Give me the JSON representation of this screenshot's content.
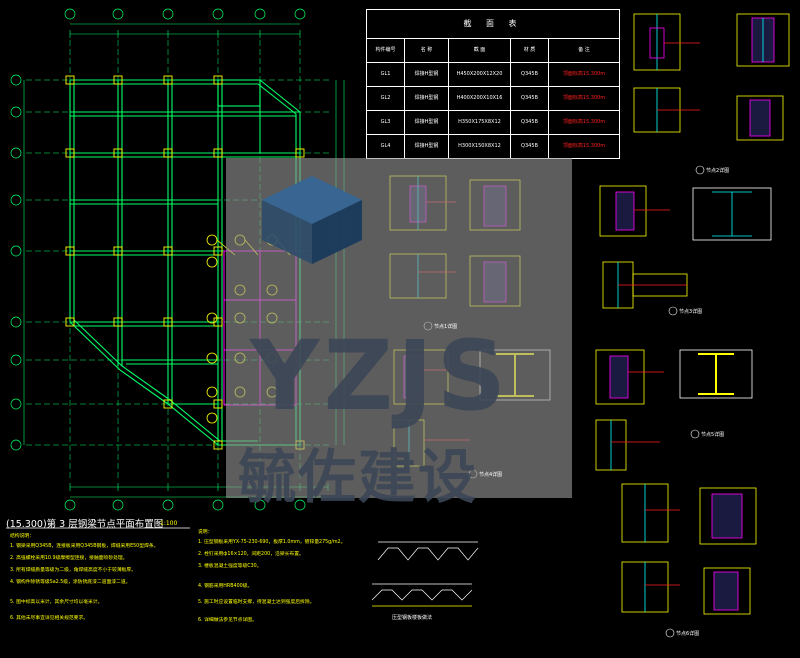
{
  "plan": {
    "title": "(15.300)第 3 层钢梁节点平面布置图",
    "scale": "1:100",
    "notes_header": "结构说明：",
    "notes": [
      "1. 钢梁采用Q345B，连接板采用Q345B钢板，焊缝采用E50型焊条。",
      "2. 高强螺栓采用10.9级摩擦型连接，接触面喷砂处理。",
      "3. 所有焊缝质量等级为二级，角焊缝高度不小于较薄板厚。",
      "4. 钢构件除锈等级Sa2.5级，涂防锈底漆二道面漆二道。",
      "5. 图中标高以米计，其余尺寸均以毫米计。",
      "6. 其他未尽事宜详见相关规范要求。"
    ],
    "notes2_header": "说明：",
    "notes2": [
      "1. 压型钢板采用YX-75-230-690，板厚1.0mm，镀锌量275g/m2。",
      "2. 栓钉采用ф16×120，间距200，沿梁长布置。",
      "3. 楼板混凝土强度等级C30。",
      "4. 钢筋采用HRB400级。",
      "5. 施工时应设置临时支撑，待混凝土达到强度后拆除。",
      "6. 详细做法参见节点详图。"
    ]
  },
  "table": {
    "title": "截 面 表",
    "headers": [
      "构件编号",
      "名 称",
      "截 面",
      "材 质",
      "备 注"
    ],
    "rows": [
      [
        "GL1",
        "焊接H型钢",
        "H450X200X12X20",
        "Q345B",
        "顶面标高15.300m"
      ],
      [
        "GL2",
        "焊接H型钢",
        "H400X200X10X16",
        "Q345B",
        "顶面标高15.300m"
      ],
      [
        "GL3",
        "焊接H型钢",
        "H350X175X8X12",
        "Q345B",
        "顶面标高15.300m"
      ],
      [
        "GL4",
        "焊接H型钢",
        "H300X150X8X12",
        "Q345B",
        "顶面标高15.300m"
      ]
    ]
  },
  "details": {
    "labels": [
      "节点1详图",
      "节点2详图",
      "节点3详图",
      "节点4详图",
      "节点5详图",
      "节点6详图"
    ]
  },
  "section_label": "压型钢板楼板做法",
  "watermark": {
    "text": "YZJS",
    "text_cn": "毓佐建设"
  },
  "colors": {
    "bg": "#000000",
    "grid": "#00ff66",
    "axis": "#00ff66",
    "yellow": "#ffff00",
    "cyan": "#00ffff",
    "magenta": "#ff00ff",
    "red": "#ff2020",
    "white": "#ffffff"
  }
}
